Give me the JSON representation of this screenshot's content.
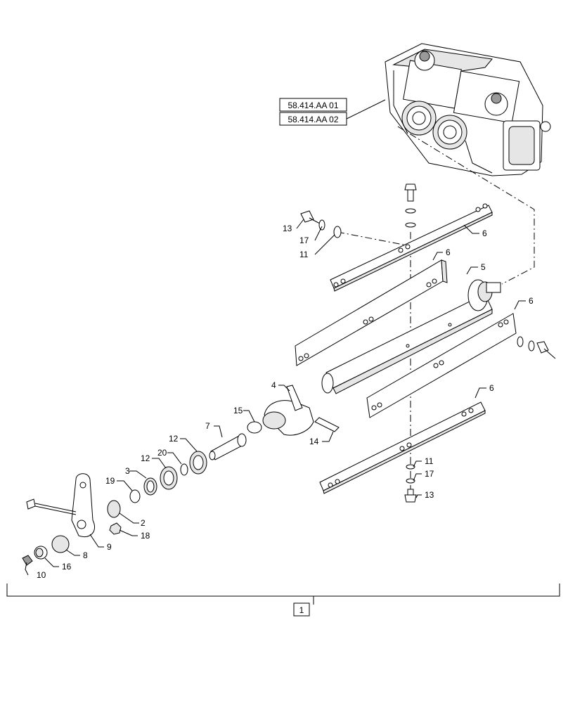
{
  "references": [
    "58.414.AA 01",
    "58.414.AA 02"
  ],
  "assembly_label": "1",
  "callouts": {
    "c13a": "13",
    "c17a": "17",
    "c11a": "11",
    "c6a": "6",
    "c6b": "6",
    "c5": "5",
    "c6c": "6",
    "c6d": "6",
    "c4": "4",
    "c15": "15",
    "c7": "7",
    "c14": "14",
    "c12a": "12",
    "c12b": "12",
    "c20": "20",
    "c19": "19",
    "c3": "3",
    "c2": "2",
    "c18": "18",
    "c9": "9",
    "c8": "8",
    "c16": "16",
    "c10": "10",
    "c11b": "11",
    "c17b": "17",
    "c13b": "13"
  }
}
